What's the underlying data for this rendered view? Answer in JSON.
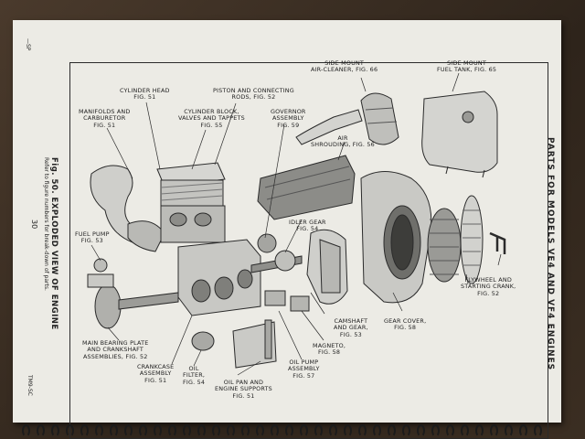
{
  "page": {
    "section_title": "PARTS FOR MODELS VE4 AND VF4 ENGINES",
    "figure_title": "Fig. 50. EXPLODED VIEW OF ENGINE",
    "figure_note": "Refer to figure numbers for break-down of parts.",
    "page_number": "30",
    "margin_mark_top": "—SP",
    "catalog_number": "TM9-SC"
  },
  "callouts": {
    "side_air_cleaner": "SIDE MOUNT\nAIR-CLEANER, FIG. 66",
    "side_fuel_tank": "SIDE MOUNT\nFUEL TANK, FIG. 65",
    "cylinder_head": "CYLINDER HEAD\nFIG. 51",
    "piston_rods": "PISTON AND CONNECTING\nRODS, FIG. 52",
    "manifolds": "MANIFOLDS AND\nCARBURETOR\nFIG. 51",
    "cylinder_block": "CYLINDER BLOCK,\nVALVES AND TAPPETS\nFIG. 55",
    "governor": "GOVERNOR\nASSEMBLY\nFIG. 59",
    "air_shrouding": "AIR\nSHROUDING, FIG. 56",
    "fuel_pump": "FUEL PUMP\nFIG. 53",
    "idler_gear": "IDLER GEAR\nFIG. 54",
    "flywheel": "FLYWHEEL AND\nSTARTING CRANK,\nFIG. 52",
    "camshaft": "CAMSHAFT\nAND GEAR,\nFIG. 53",
    "gear_cover": "GEAR COVER,\nFIG. 58",
    "main_bearing": "MAIN BEARING PLATE\nAND CRANKSHAFT\nASSEMBLIES, FIG. 52",
    "magneto": "MAGNETO,\nFIG. 58",
    "crankcase": "CRANKCASE\nASSEMBLY\nFIG. 51",
    "oil_filter": "OIL\nFILTER,\nFIG. 54",
    "oil_pump": "OIL PUMP\nASSEMBLY\nFIG. 57",
    "oil_pan": "OIL PAN AND\nENGINE SUPPORTS\nFIG. 51"
  }
}
